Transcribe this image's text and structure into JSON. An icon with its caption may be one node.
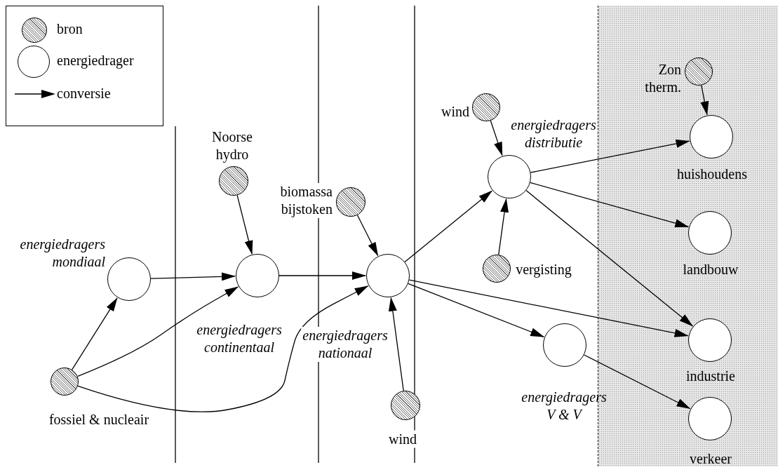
{
  "diagram": {
    "nodes": [
      {
        "text": [
          "fossiel & nucleair"
        ]
      },
      {
        "text": [
          "energiedragers mondiaal"
        ]
      },
      {
        "text": [
          "Noorse hydro"
        ]
      },
      {
        "text": [
          "energiedragers continentaal"
        ]
      },
      {
        "text": [
          "biomassa bijstoken"
        ]
      },
      {
        "text": [
          "energiedragers nationaal"
        ]
      },
      {
        "text": [
          "wind"
        ]
      },
      {
        "text": [
          "wind"
        ]
      },
      {
        "text": [
          "energiedragers distributie"
        ]
      },
      {
        "text": [
          "vergisting"
        ]
      },
      {
        "text": [
          "energiedragers V & V"
        ]
      },
      {
        "text": [
          "Zon therm."
        ]
      },
      {
        "text": [
          "huishoudens"
        ]
      },
      {
        "text": [
          "landbouw"
        ]
      },
      {
        "text": [
          "industrie"
        ]
      },
      {
        "text": [
          "verkeer"
        ]
      }
    ],
    "edges": [
      {
        "from": 0,
        "to": 1,
        "arrow": "to"
      },
      {
        "from": 0,
        "to": 3,
        "arrow": "to"
      },
      {
        "from": 0,
        "to": 5,
        "arrow": "to"
      },
      {
        "from": 1,
        "to": 3,
        "arrow": "to"
      },
      {
        "from": 2,
        "to": 3,
        "arrow": "to"
      },
      {
        "from": 3,
        "to": 5,
        "arrow": "to"
      },
      {
        "from": 4,
        "to": 5,
        "arrow": "to"
      },
      {
        "from": 6,
        "to": 5,
        "arrow": "to"
      },
      {
        "from": 5,
        "to": 8,
        "arrow": "to"
      },
      {
        "from": 7,
        "to": 8,
        "arrow": "to"
      },
      {
        "from": 9,
        "to": 8,
        "arrow": "to"
      },
      {
        "from": 5,
        "to": 10,
        "arrow": "to"
      },
      {
        "from": 5,
        "to": 14,
        "arrow": "to"
      },
      {
        "from": 8,
        "to": 12,
        "arrow": "to"
      },
      {
        "from": 8,
        "to": 13,
        "arrow": "to"
      },
      {
        "from": 8,
        "to": 14,
        "arrow": "to"
      },
      {
        "from": 10,
        "to": 15,
        "arrow": "to"
      },
      {
        "from": 11,
        "to": 12,
        "arrow": "to"
      }
    ],
    "legend": [
      {
        "text": "bron"
      },
      {
        "text": "energiedrager"
      },
      {
        "text": "conversie"
      }
    ]
  }
}
